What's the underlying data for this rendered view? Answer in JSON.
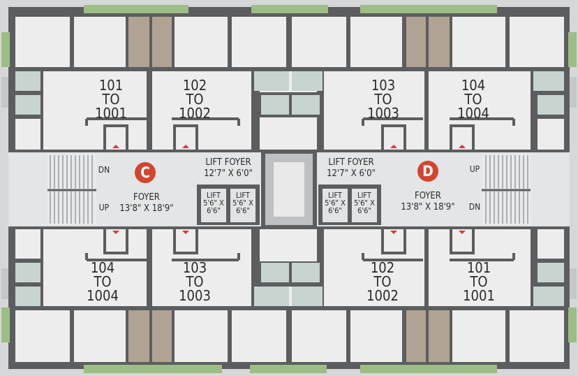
{
  "units": [
    {
      "id": "u-101-top",
      "lines": [
        "101",
        "TO",
        "1001"
      ]
    },
    {
      "id": "u-102-top",
      "lines": [
        "102",
        "TO",
        "1002"
      ]
    },
    {
      "id": "u-103-top",
      "lines": [
        "103",
        "TO",
        "1003"
      ]
    },
    {
      "id": "u-104-top",
      "lines": [
        "104",
        "TO",
        "1004"
      ]
    },
    {
      "id": "u-104-bottom",
      "lines": [
        "104",
        "TO",
        "1004"
      ]
    },
    {
      "id": "u-103-bottom",
      "lines": [
        "103",
        "TO",
        "1003"
      ]
    },
    {
      "id": "u-102-bottom",
      "lines": [
        "102",
        "TO",
        "1002"
      ]
    },
    {
      "id": "u-101-bottom",
      "lines": [
        "101",
        "TO",
        "1001"
      ]
    }
  ],
  "wings": {
    "c": {
      "letter": "C",
      "foyer_name": "FOYER",
      "foyer_size": "13'8\" X 18'9\"",
      "stair_up": "UP",
      "stair_down": "DN"
    },
    "d": {
      "letter": "D",
      "foyer_name": "FOYER",
      "foyer_size": "13'8\" X 18'9\"",
      "stair_up": "UP",
      "stair_down": "DN"
    }
  },
  "lift_foyer": {
    "name": "LIFT FOYER",
    "size": "12'7\" X 6'0\""
  },
  "lift": {
    "name": "LIFT",
    "size_line1": "5'6\" X",
    "size_line2": "6'6\""
  },
  "colors": {
    "badge": "#d4452f",
    "wall": "#5b5d5f",
    "room": "#ededee",
    "balcony": "#c8d4d0",
    "garden": "#9dbd86",
    "shaft": "#b1a393"
  }
}
